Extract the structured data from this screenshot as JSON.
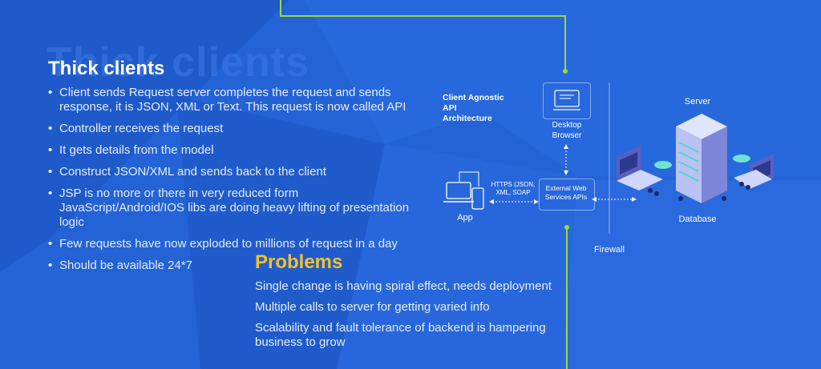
{
  "colors": {
    "background": "#2463d6",
    "accent_yellow": "#f2c12e",
    "connector_green": "#9bd93a"
  },
  "thick_clients": {
    "title": "Thick clients",
    "watermark": "Thick clients",
    "bullets": [
      "Client sends Request server completes the request and sends response, it is JSON, XML or Text. This request is now called API",
      "Controller receives the request",
      "It gets details from the model",
      "Construct JSON/XML and sends back to the client",
      "JSP is no more or there in very reduced form JavaScript/Android/IOS libs are doing heavy lifting of presentation logic",
      "Few requests have now exploded to millions of request in a day",
      "Should be available 24*7"
    ]
  },
  "problems": {
    "title": "Problems",
    "items": [
      "Single change is having spiral effect, needs deployment",
      "Multiple calls to server for getting varied info",
      "Scalability and fault tolerance of backend is hampering business to grow"
    ]
  },
  "diagram": {
    "client_arch": "Client Agnostic API Architecture",
    "desktop": "Desktop Browser",
    "app": "App",
    "https": "HTTPS (JSON, XML, SOAP",
    "external": "External Web Services APIs",
    "server": "Server",
    "database": "Database",
    "firewall": "Firewall"
  }
}
